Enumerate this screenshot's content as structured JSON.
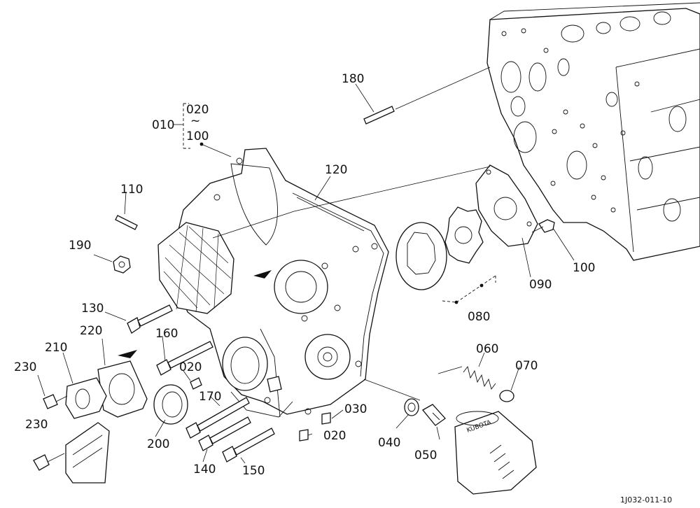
{
  "diagram": {
    "labels": {
      "p010": "010",
      "p020_range_start": "020",
      "tilde": "~",
      "p100_range_end": "100",
      "p180": "180",
      "p120": "120",
      "p110": "110",
      "p190": "190",
      "p130": "130",
      "p220": "220",
      "p210": "210",
      "p230a": "230",
      "p230b": "230",
      "p160": "160",
      "p020a": "020",
      "p170": "170",
      "p200": "200",
      "p140": "140",
      "p150": "150",
      "p030": "030",
      "p020b": "020",
      "p040": "040",
      "p050": "050",
      "p060": "060",
      "p070": "070",
      "p080": "080",
      "p090": "090",
      "p100": "100"
    },
    "filter_brand": "KUBOTA",
    "reference_code": "1J032-011-10"
  }
}
